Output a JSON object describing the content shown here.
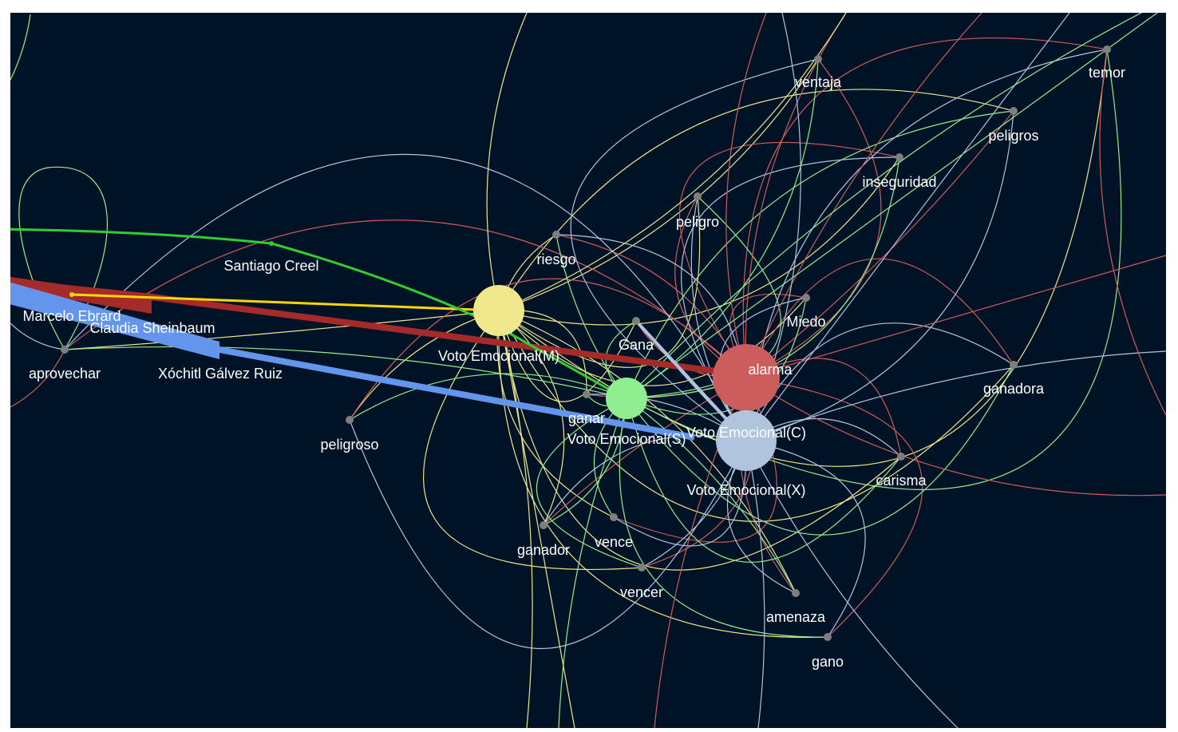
{
  "colors": {
    "background": "#001326",
    "minor_node": "#7f7f7f",
    "hub_m": "#f0e68c",
    "hub_c": "#cd5c5c",
    "hub_s": "#90ee90",
    "hub_x": "#b0c4de",
    "claudia": "#a52a2a",
    "xochitl": "#6495ed",
    "marcelo": "#ffd700",
    "creel": "#32cd32",
    "label": "#ffffff"
  },
  "nodes": {
    "ventaja": "ventaja",
    "temor": "temor",
    "peligros": "peligros",
    "inseguridad": "inseguridad",
    "peligro": "peligro",
    "riesgo": "riesgo",
    "santiago_creel": "Santiago Creel",
    "miedo": "Miedo",
    "marcelo_ebrard": "Marcelo Ebrard",
    "claudia_sheinbaum": "Claudia Sheinbaum",
    "voto_m": "Voto Emocional(M)",
    "gana": "Gana",
    "alarma": "alarma",
    "aprovechar": "aprovechar",
    "xochitl": "Xóchitl Gálvez Ruiz",
    "ganadora": "ganadora",
    "ganar": "ganar",
    "voto_s": "Voto Emocional(S)",
    "voto_c": "Voto Emocional(C)",
    "peligroso": "peligroso",
    "carisma": "carisma",
    "voto_x": "Voto Emocional(X)",
    "ganador": "ganador",
    "vence": "vence",
    "vencer": "vencer",
    "amenaza": "amenaza",
    "gano": "gano"
  }
}
